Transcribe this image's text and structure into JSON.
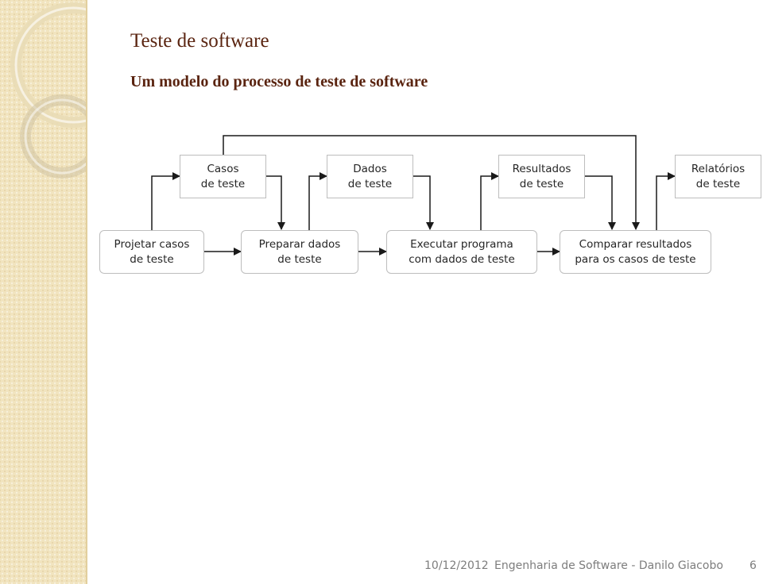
{
  "slide": {
    "title": "Teste de software",
    "subtitle": "Um modelo do processo de teste de software"
  },
  "diagram": {
    "data_items": [
      {
        "line1": "Casos",
        "line2": "de teste"
      },
      {
        "line1": "Dados",
        "line2": "de teste"
      },
      {
        "line1": "Resultados",
        "line2": "de teste"
      },
      {
        "line1": "Relatórios",
        "line2": "de teste"
      }
    ],
    "process_steps": [
      {
        "line1": "Projetar casos",
        "line2": "de teste"
      },
      {
        "line1": "Preparar dados",
        "line2": "de teste"
      },
      {
        "line1": "Executar programa",
        "line2": "com dados de teste"
      },
      {
        "line1": "Comparar resultados",
        "line2": "para os casos de teste"
      }
    ]
  },
  "footer": {
    "date": "10/12/2012",
    "course": "Engenharia de Software - Danilo Giacobo",
    "page_number": "6"
  }
}
